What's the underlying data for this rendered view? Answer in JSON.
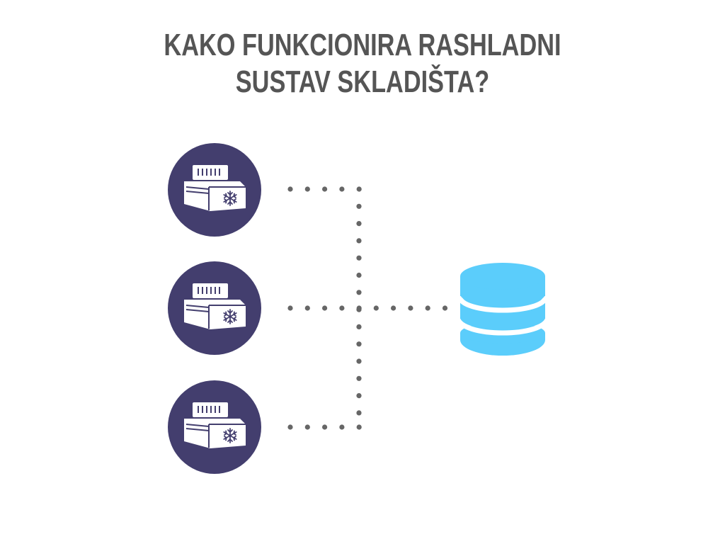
{
  "title": {
    "line1": "KAKO FUNKCIONIRA RASHLADNI",
    "line2": "SUSTAV SKLADIŠTA?"
  },
  "diagram": {
    "nodes": [
      {
        "id": "unit-1",
        "icon": "refrigeration-unit-icon"
      },
      {
        "id": "unit-2",
        "icon": "refrigeration-unit-icon"
      },
      {
        "id": "unit-3",
        "icon": "refrigeration-unit-icon"
      },
      {
        "id": "storage",
        "icon": "database-icon"
      }
    ],
    "edges": [
      {
        "from": "unit-1",
        "to": "storage",
        "style": "dotted"
      },
      {
        "from": "unit-2",
        "to": "storage",
        "style": "dotted"
      },
      {
        "from": "unit-3",
        "to": "storage",
        "style": "dotted"
      }
    ]
  },
  "colors": {
    "title": "#555555",
    "unit_circle": "#433e6e",
    "unit_icon": "#ffffff",
    "database": "#5bcdfb",
    "connector_dots": "#666666"
  }
}
